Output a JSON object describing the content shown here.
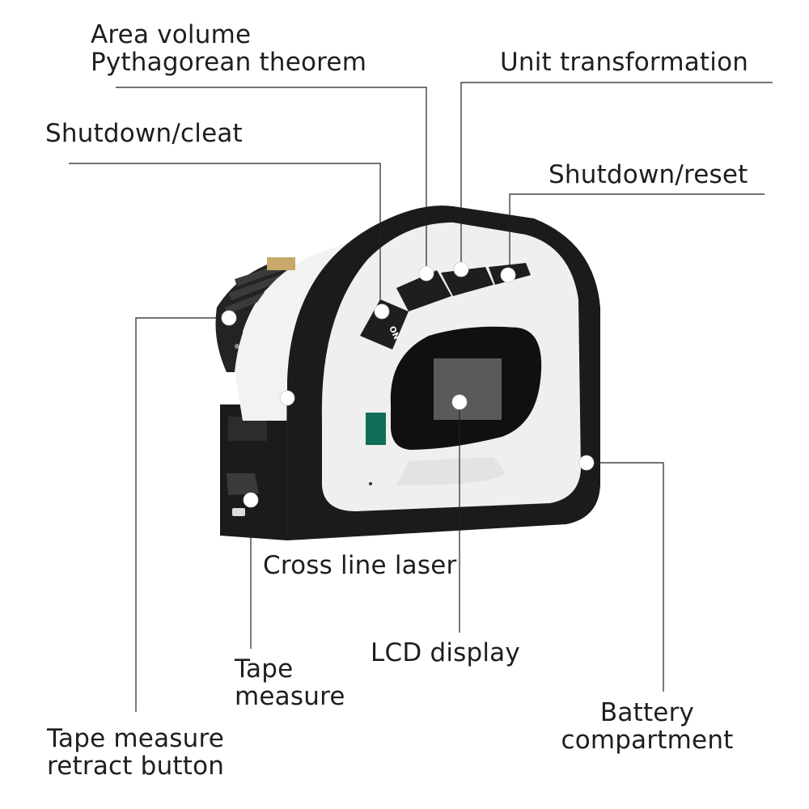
{
  "callouts": {
    "area_volume": [
      "Area volume",
      "Pythagorean theorem"
    ],
    "unit_transformation": "Unit transformation",
    "shutdown_cleat": "Shutdown/cleat",
    "shutdown_reset": "Shutdown/reset",
    "cross_line_laser": "Cross line laser",
    "lcd_display": "LCD display",
    "tape_measure": [
      "Tape",
      "measure"
    ],
    "battery_compartment": [
      "Battery",
      "compartment"
    ],
    "tape_measure_retract_button": [
      "Tape measure",
      "retract button"
    ]
  },
  "device": {
    "on_button_text": "ON"
  },
  "colors": {
    "body_black": "#1b1b1d",
    "shell_white": "#efefed",
    "screen_black": "#101012",
    "lcd_grey": "#5a5a5c",
    "sensor_green": "#0e6e58",
    "callout_line": "#222222"
  }
}
